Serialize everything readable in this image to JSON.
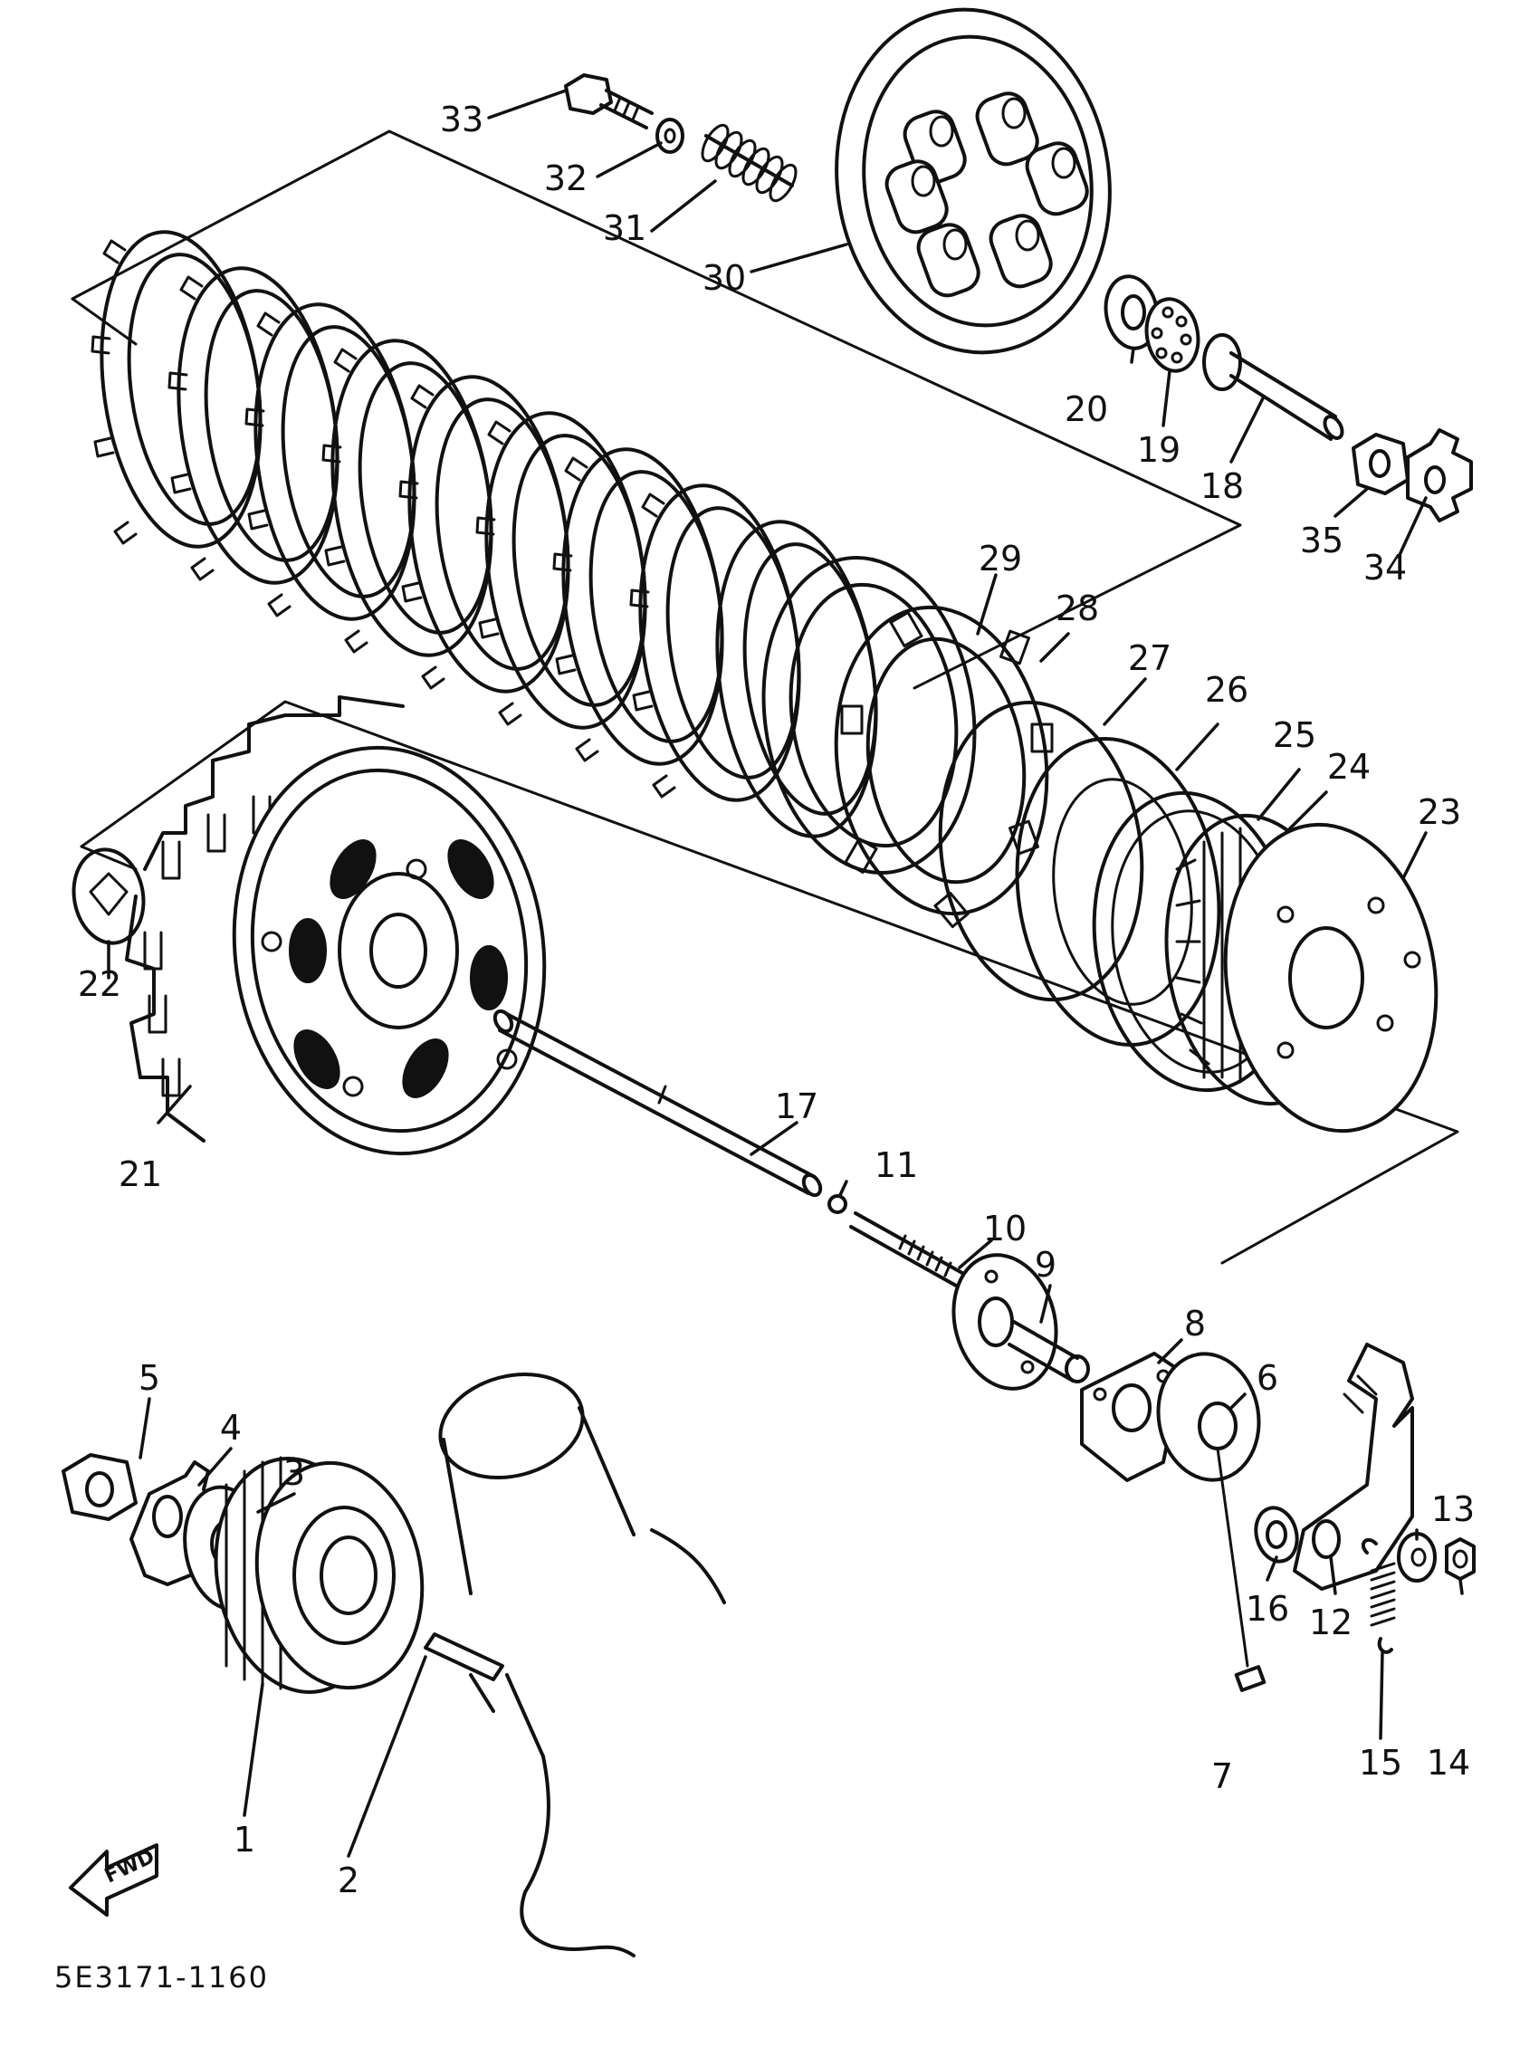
{
  "diagram": {
    "drawing_code": "5E3171-1160",
    "direction_label": "FWD",
    "part_numbers": [
      "1",
      "2",
      "3",
      "4",
      "5",
      "6",
      "7",
      "8",
      "9",
      "10",
      "11",
      "12",
      "13",
      "14",
      "15",
      "16",
      "17",
      "18",
      "19",
      "20",
      "21",
      "22",
      "23",
      "24",
      "25",
      "26",
      "27",
      "28",
      "29",
      "30",
      "31",
      "32",
      "33",
      "34",
      "35"
    ]
  }
}
